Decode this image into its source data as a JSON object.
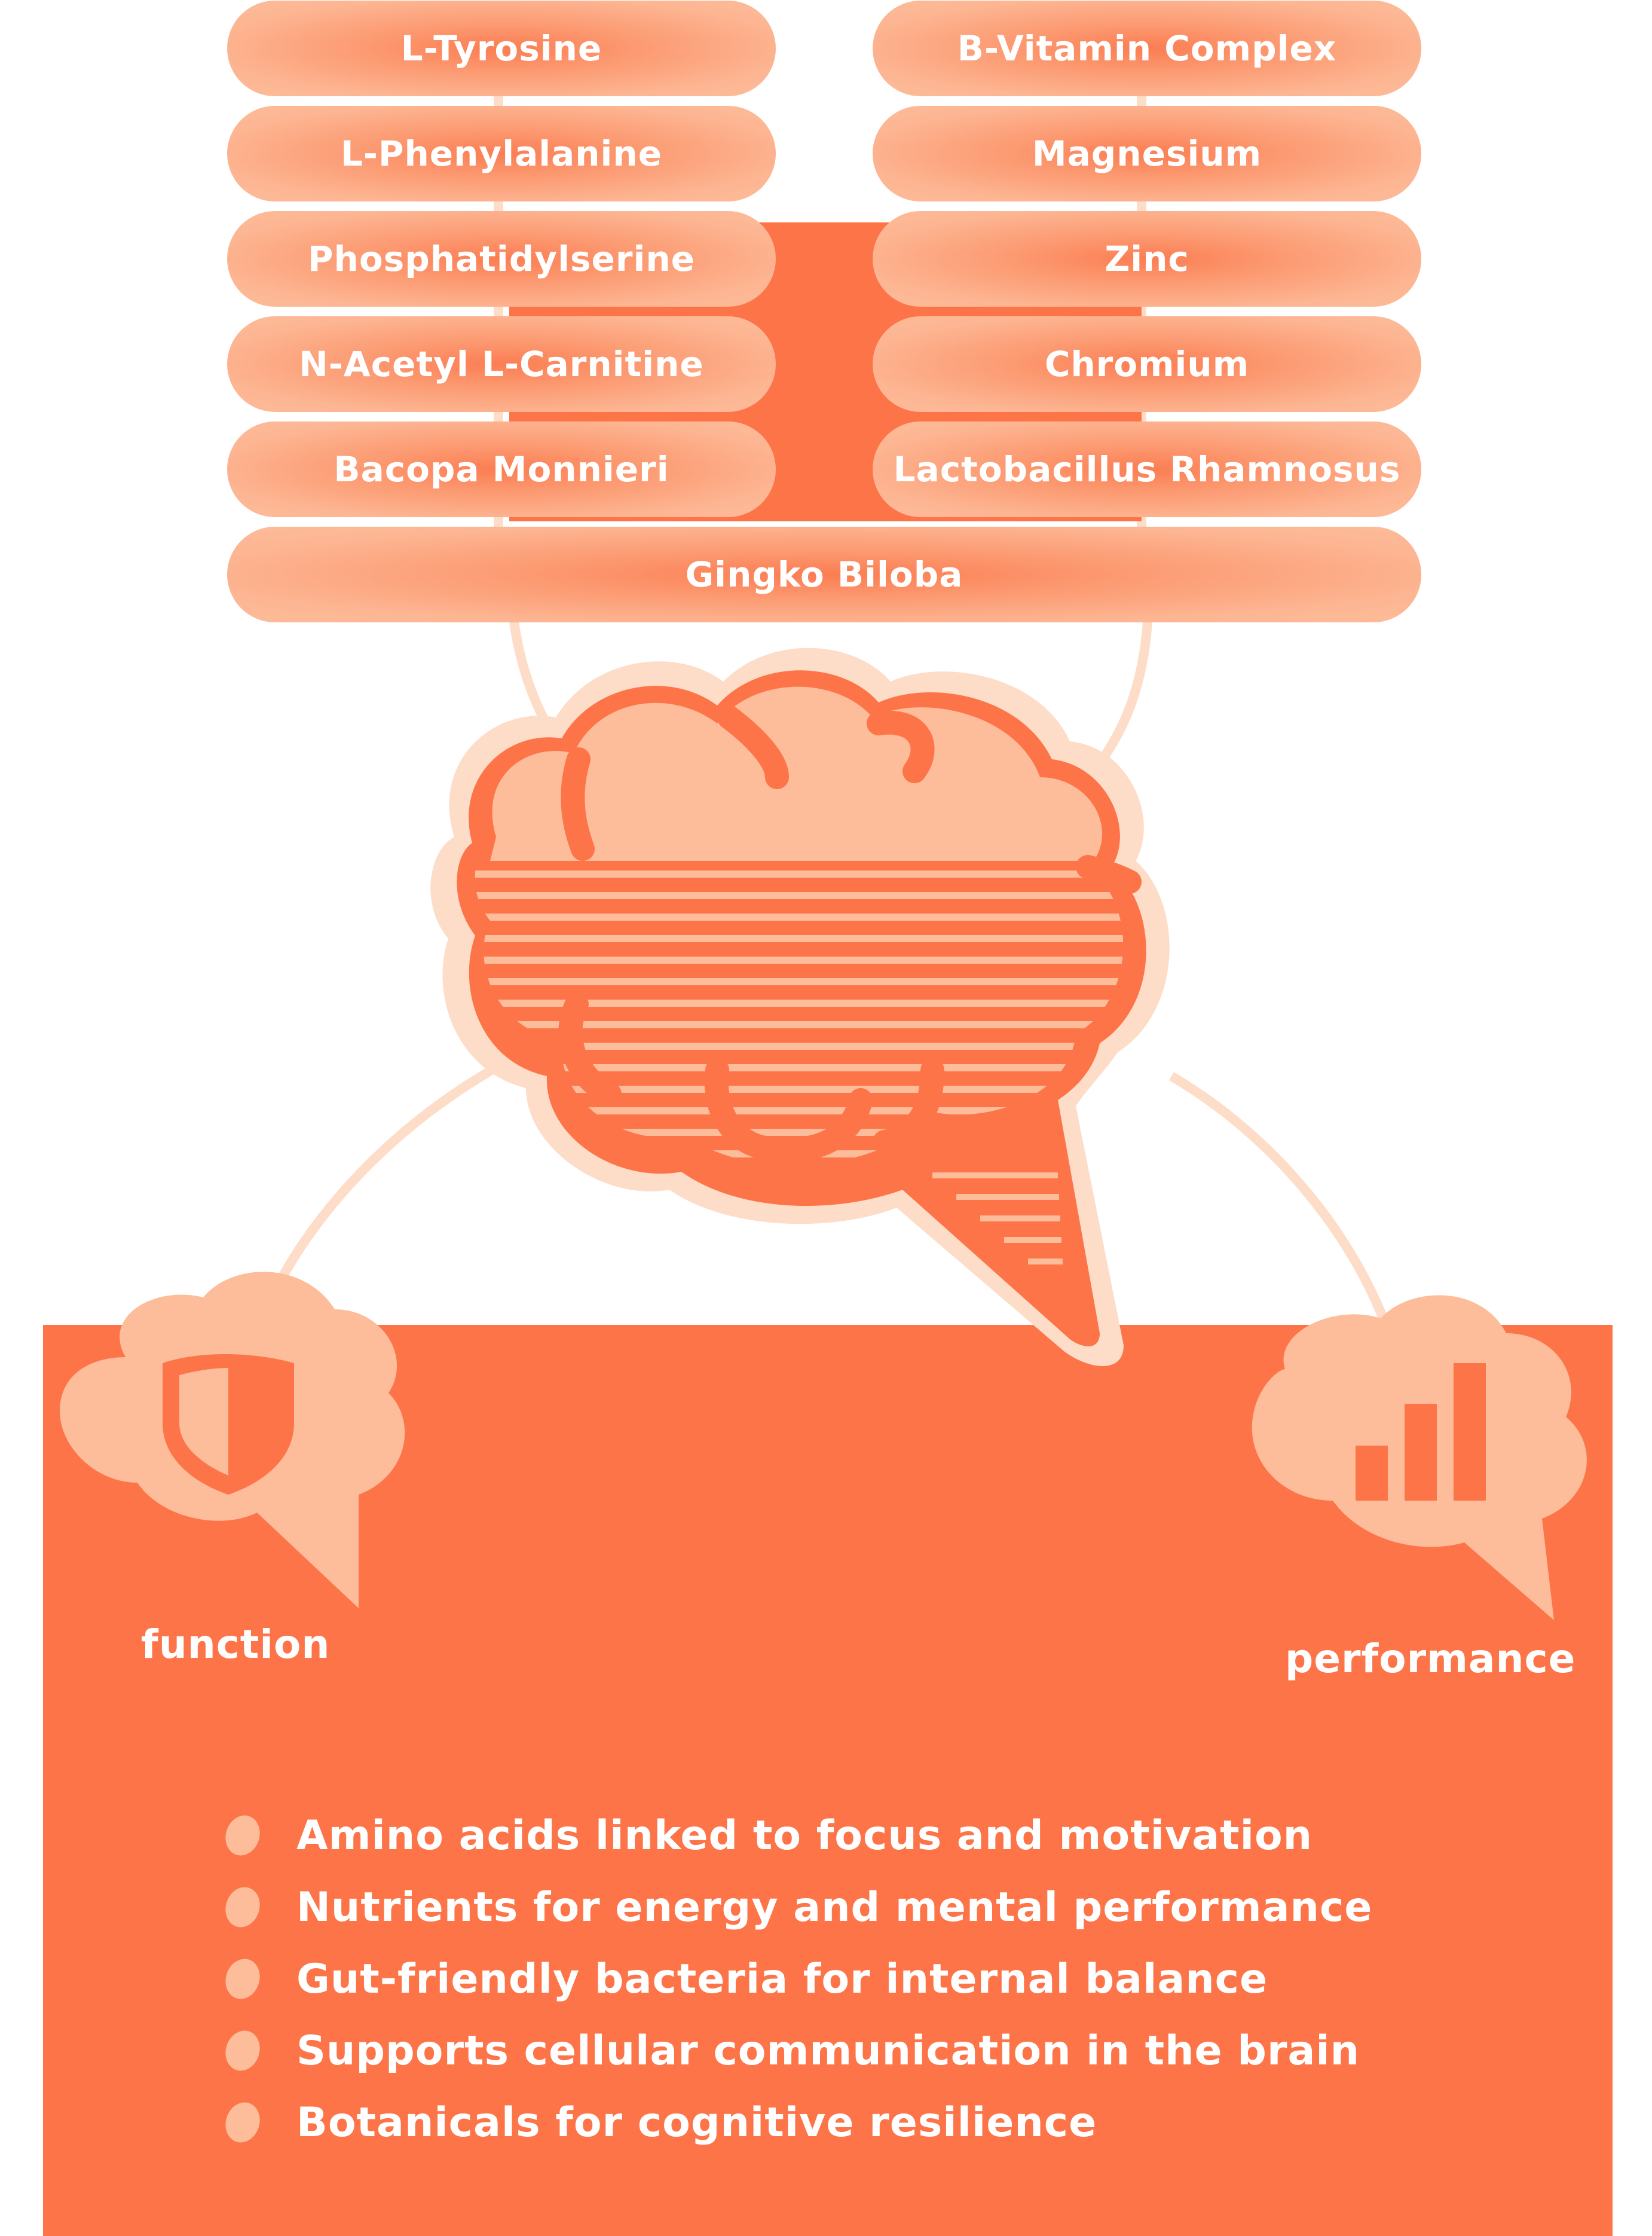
{
  "colors": {
    "accent": "#fd7448",
    "light": "#fdbc9a",
    "pale": "#fddcc8",
    "text": "#ffffff"
  },
  "ingredients_left": [
    "L-Tyrosine",
    "L-Phenylalanine",
    "Phosphatidylserine",
    "N-Acetyl L-Carnitine",
    "Bacopa Monnieri"
  ],
  "ingredients_right": [
    "B-Vitamin Complex",
    "Magnesium",
    "Zinc",
    "Chromium",
    "Lactobacillus Rhamnosus"
  ],
  "ingredient_bottom": "Gingko Biloba",
  "left_label": "function",
  "right_label": "performance",
  "icons": {
    "brain": "brain-speech-bubble-icon",
    "left": "shield-icon",
    "right": "bar-chart-icon"
  },
  "benefits": [
    "Amino acids linked to focus and motivation",
    "Nutrients for energy and mental performance",
    "Gut-friendly bacteria for internal balance",
    "Supports cellular communication in the brain",
    "Botanicals for cognitive resilience"
  ]
}
